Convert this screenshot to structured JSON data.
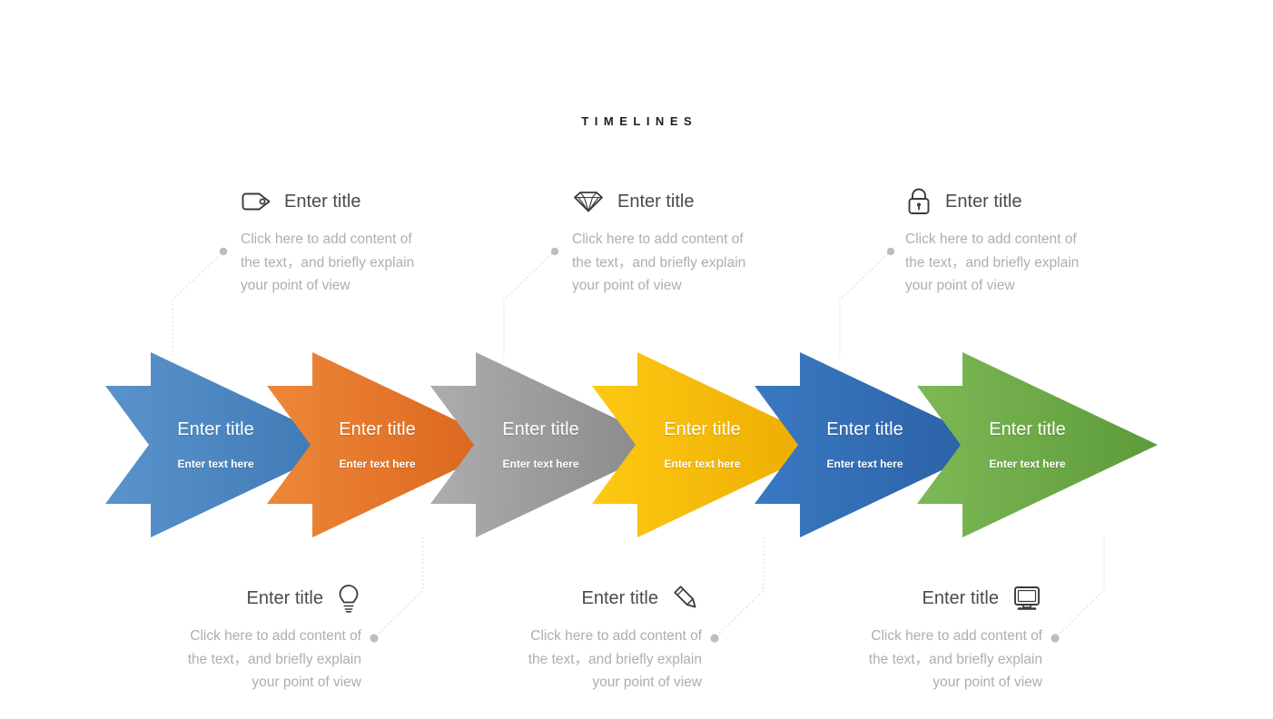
{
  "page": {
    "title": "TIMELINES",
    "background": "#ffffff"
  },
  "body_text": "Click here to add content of the text，and briefly explain your point of view",
  "arrows": [
    {
      "title": "Enter title",
      "subtitle": "Enter text here",
      "color": "#4a87c4",
      "color_dark": "#3d78b4",
      "name": "arrow-step-1"
    },
    {
      "title": "Enter title",
      "subtitle": "Enter text here",
      "color": "#e8762c",
      "color_dark": "#d9631c",
      "name": "arrow-step-2"
    },
    {
      "title": "Enter title",
      "subtitle": "Enter text here",
      "color": "#a0a0a0",
      "color_dark": "#868686",
      "name": "arrow-step-3"
    },
    {
      "title": "Enter title",
      "subtitle": "Enter text here",
      "color": "#f8c00c",
      "color_dark": "#e9a800",
      "name": "arrow-step-4"
    },
    {
      "title": "Enter title",
      "subtitle": "Enter text here",
      "color": "#2e6cb8",
      "color_dark": "#2a5fa4",
      "name": "arrow-step-5"
    },
    {
      "title": "Enter title",
      "subtitle": "Enter text here",
      "color": "#70ad47",
      "color_dark": "#5d9a3a",
      "name": "arrow-step-6"
    }
  ],
  "callouts_top": [
    {
      "icon": "tag-icon",
      "title": "Enter title",
      "body": "Click here to add content of the text，and briefly explain your point of view"
    },
    {
      "icon": "diamond-icon",
      "title": "Enter title",
      "body": "Click here to add content of the text，and briefly explain your point of view"
    },
    {
      "icon": "lock-icon",
      "title": "Enter title",
      "body": "Click here to add content of the text，and briefly explain your point of view"
    }
  ],
  "callouts_bottom": [
    {
      "icon": "lightbulb-icon",
      "title": "Enter title",
      "body": "Click here to add content of the text，and briefly explain your point of view"
    },
    {
      "icon": "pencil-icon",
      "title": "Enter title",
      "body": "Click here to add content of the text，and briefly explain your point of view"
    },
    {
      "icon": "monitor-icon",
      "title": "Enter title",
      "body": "Click here to add content of the text，and briefly explain your point of view"
    }
  ],
  "colors": {
    "title": "#1d1d1d",
    "callout_title": "#4b4b4b",
    "callout_body": "#aeaeae",
    "connector": "#d9d9d9",
    "connector_dot": "#bdbdbd",
    "icon_stroke": "#3b3b3b"
  }
}
